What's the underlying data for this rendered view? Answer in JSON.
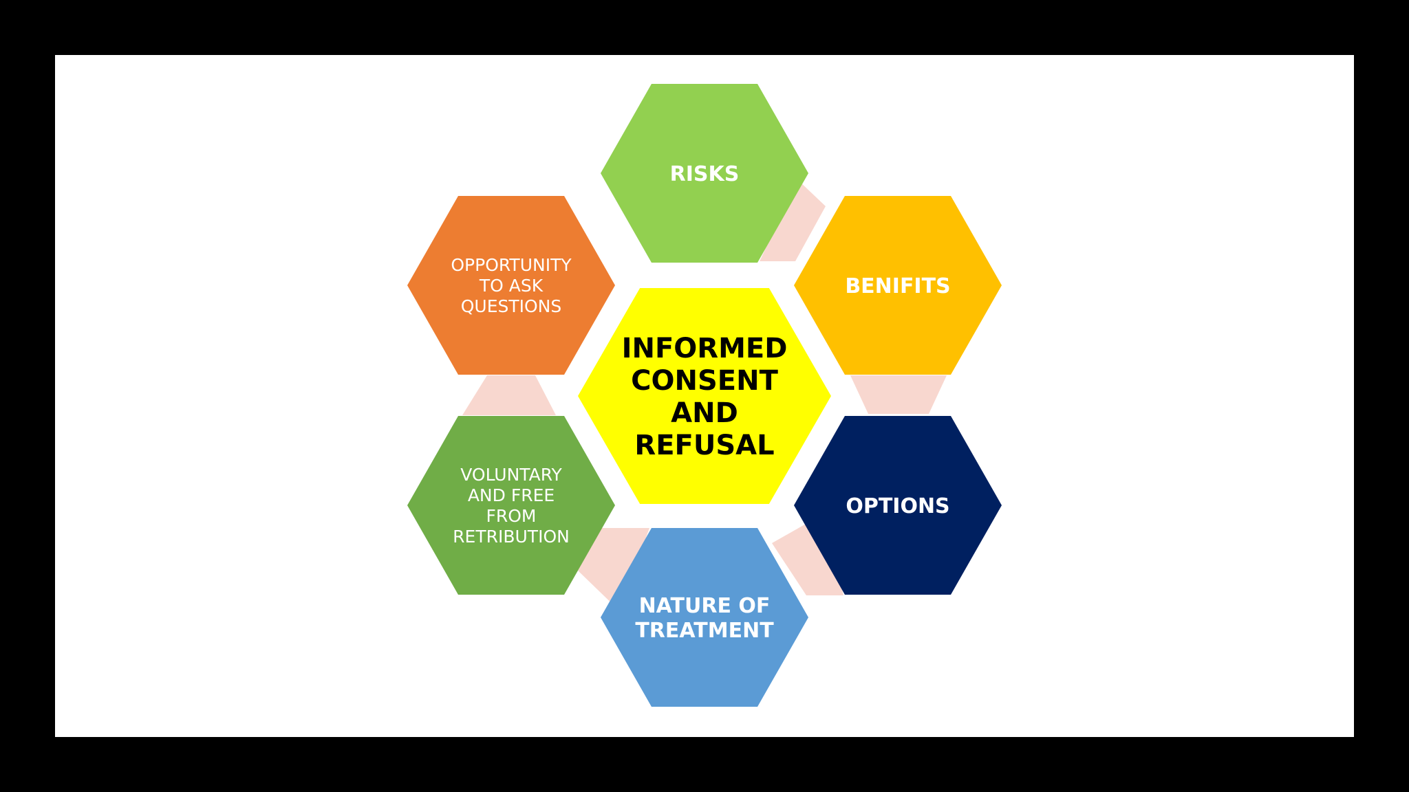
{
  "colors": {
    "frame": "#000000",
    "slide": "#ffffff",
    "connector": "#f8d7cf"
  },
  "center": {
    "label_lines": [
      "INFORMED",
      "CONSENT",
      "AND",
      "REFUSAL"
    ],
    "color": "#ffff00",
    "text_color": "#000000"
  },
  "satellites": [
    {
      "id": "risks",
      "label_lines": [
        "RISKS"
      ],
      "color": "#92d050"
    },
    {
      "id": "benifits",
      "label_lines": [
        "BENIFITS"
      ],
      "color": "#ffc000"
    },
    {
      "id": "options",
      "label_lines": [
        "OPTIONS"
      ],
      "color": "#002060"
    },
    {
      "id": "nature-of-treatment",
      "label_lines": [
        "NATURE OF",
        "TREATMENT"
      ],
      "color": "#5b9bd5"
    },
    {
      "id": "voluntary",
      "label_lines": [
        "VOLUNTARY",
        "AND FREE",
        "FROM",
        "RETRIBUTION"
      ],
      "color": "#70ad47"
    },
    {
      "id": "opportunity",
      "label_lines": [
        "OPPORTUNITY",
        "TO ASK",
        "QUESTIONS"
      ],
      "color": "#ed7d31"
    }
  ]
}
